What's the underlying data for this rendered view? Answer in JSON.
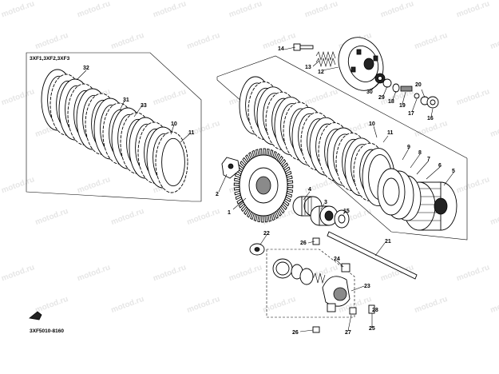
{
  "diagram": {
    "variant_label": "3XF1,3XF2,3XF3",
    "figure_code": "3XF5010-8160",
    "watermark": "motod.ru",
    "callouts": [
      {
        "id": "c1",
        "text": "1"
      },
      {
        "id": "c2",
        "text": "2"
      },
      {
        "id": "c3",
        "text": "3"
      },
      {
        "id": "c4",
        "text": "4"
      },
      {
        "id": "c5",
        "text": "5"
      },
      {
        "id": "c6",
        "text": "6"
      },
      {
        "id": "c7",
        "text": "7"
      },
      {
        "id": "c8",
        "text": "8"
      },
      {
        "id": "c9",
        "text": "9"
      },
      {
        "id": "c10",
        "text": "10"
      },
      {
        "id": "c10b",
        "text": "10"
      },
      {
        "id": "c11",
        "text": "11"
      },
      {
        "id": "c11b",
        "text": "11"
      },
      {
        "id": "c12",
        "text": "12"
      },
      {
        "id": "c13",
        "text": "13"
      },
      {
        "id": "c14",
        "text": "14"
      },
      {
        "id": "c15",
        "text": "15"
      },
      {
        "id": "c16",
        "text": "16"
      },
      {
        "id": "c17",
        "text": "17"
      },
      {
        "id": "c18",
        "text": "18"
      },
      {
        "id": "c19",
        "text": "19"
      },
      {
        "id": "c20",
        "text": "20"
      },
      {
        "id": "c21",
        "text": "21"
      },
      {
        "id": "c22",
        "text": "22"
      },
      {
        "id": "c23",
        "text": "23"
      },
      {
        "id": "c24",
        "text": "24"
      },
      {
        "id": "c25",
        "text": "25"
      },
      {
        "id": "c26",
        "text": "26"
      },
      {
        "id": "c26b",
        "text": "26"
      },
      {
        "id": "c27",
        "text": "27"
      },
      {
        "id": "c28",
        "text": "28"
      },
      {
        "id": "c29",
        "text": "29"
      },
      {
        "id": "c30",
        "text": "30"
      },
      {
        "id": "c31",
        "text": "31"
      },
      {
        "id": "c32",
        "text": "32"
      },
      {
        "id": "c33",
        "text": "33"
      }
    ]
  }
}
